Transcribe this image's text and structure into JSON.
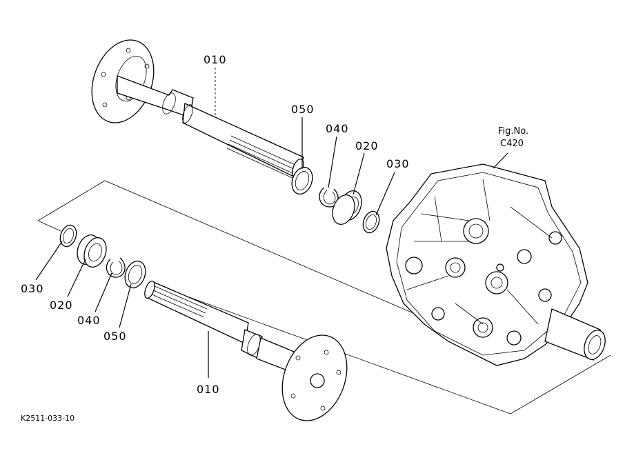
{
  "labels": {
    "upper_shaft": "010",
    "upper_seal": "050",
    "upper_snap_ring": "040",
    "upper_bearing": "020",
    "upper_circlip": "030",
    "lower_circlip": "030",
    "lower_bearing": "020",
    "lower_snap_ring": "040",
    "lower_seal": "050",
    "lower_shaft": "010"
  },
  "figure_ref": {
    "line1": "Fig.No.",
    "line2": "C420"
  },
  "drawing_code": "K2511-033-10"
}
